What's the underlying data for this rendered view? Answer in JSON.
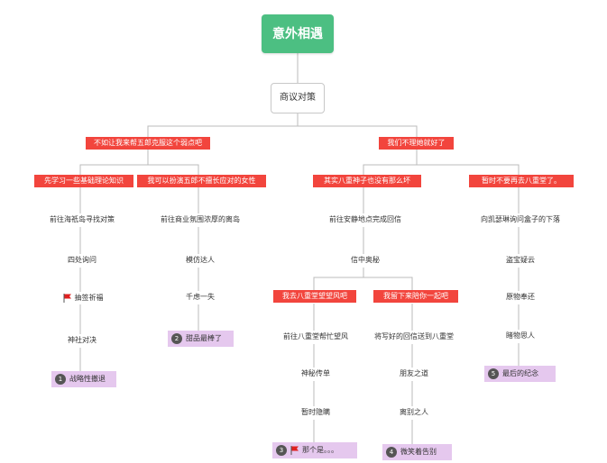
{
  "root": "意外相遇",
  "center": "商议对策",
  "branches": {
    "left": "不如让我来帮五郎克服这个弱点吧",
    "right": "我们不理她就好了"
  },
  "left_left": {
    "head": "先学习一些基础理论知识",
    "steps": [
      "前往海祇岛寻找对策",
      "四处询问",
      "抽签祈福",
      "神社对决"
    ],
    "end": {
      "num": "1",
      "label": "战略性撤退"
    }
  },
  "left_right": {
    "head": "我可以扮演五郎不擅长应对的女性",
    "steps": [
      "前往商业氛围浓厚的离岛",
      "模仿达人",
      "千虑一失"
    ],
    "end": {
      "num": "2",
      "label": "甜品最棒了"
    }
  },
  "right_left": {
    "head": "其实八重神子也没有那么坏",
    "steps": [
      "前往安静地点完成回信",
      "信中奥秘"
    ],
    "sub_left": {
      "head": "我去八重堂望望风吧",
      "steps": [
        "前往八重堂帮忙望风",
        "神秘传单",
        "暂时隐瞒"
      ],
      "end": {
        "num": "3",
        "label": "那个是。。。"
      }
    },
    "sub_right": {
      "head": "我留下来陪你一起吧",
      "steps": [
        "将写好的回信送到八重堂",
        "朋友之道",
        "离别之人"
      ],
      "end": {
        "num": "4",
        "label": "微笑着告别"
      }
    }
  },
  "right_right": {
    "head": "暂时不要再去八重堂了。",
    "steps": [
      "向凯瑟琳询问盒子的下落",
      "盗宝疑云",
      "原物奉还",
      "睹物思人"
    ],
    "end": {
      "num": "5",
      "label": "最后的纪念"
    }
  },
  "colors": {
    "root": "#4cbf82",
    "choice": "#f2453d",
    "ending": "#e5c8ee",
    "line": "#bbbbbb",
    "flag": "#e02020"
  }
}
